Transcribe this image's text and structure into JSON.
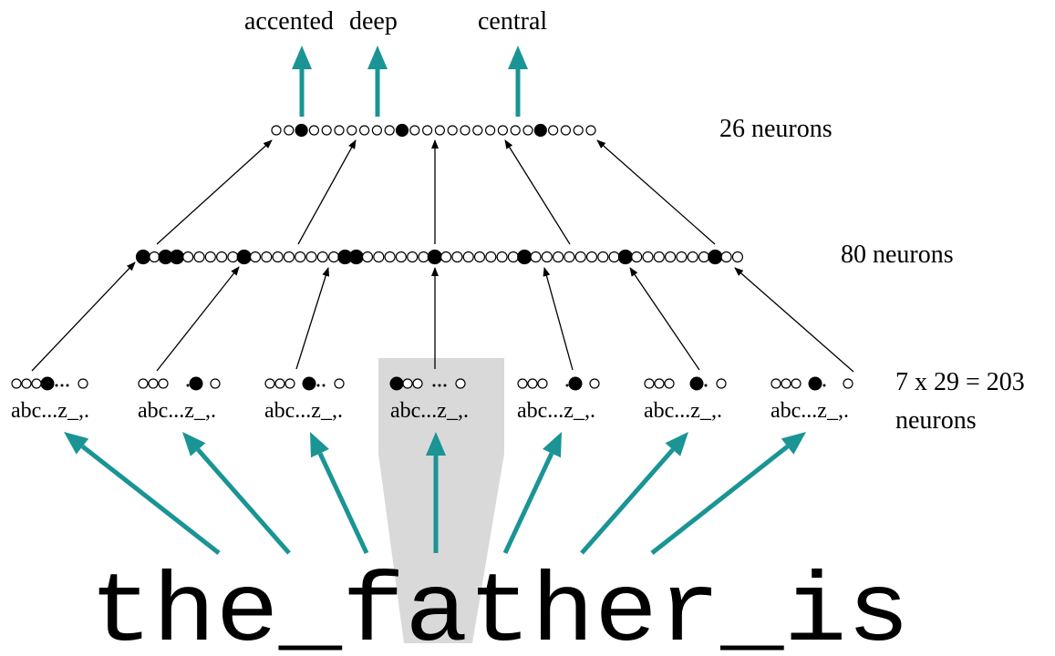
{
  "colors": {
    "teal": "#1a9494",
    "highlight": "#d9d9d9",
    "ink": "#000000",
    "paper": "#ffffff"
  },
  "output_layer": {
    "labels": [
      "accented",
      "deep",
      "central"
    ],
    "count_label": "26 neurons"
  },
  "hidden_layer": {
    "count_label": "80 neurons"
  },
  "input_layer": {
    "count_label_line1": "7 x 29 = 203",
    "count_label_line2": "neurons",
    "group_caption": "abc...z_,.",
    "group_count": 7
  },
  "input_text": {
    "text": "the_father_is",
    "focus_character": "a"
  }
}
